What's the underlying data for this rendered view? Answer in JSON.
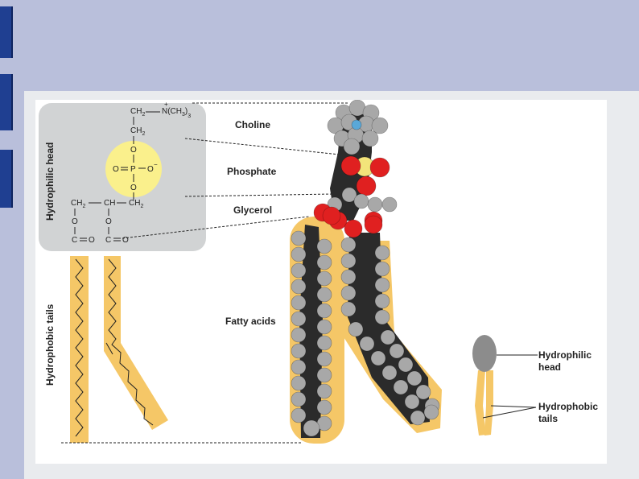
{
  "labels": {
    "hydrophilic_head": "Hydrophilic head",
    "hydrophobic_tails": "Hydrophobic tails",
    "choline": "Choline",
    "phosphate": "Phosphate",
    "glycerol": "Glycerol",
    "fatty_acids": "Fatty acids",
    "legend_head_line1": "Hydrophilic",
    "legend_head_line2": "head",
    "legend_tails_line1": "Hydrophobic",
    "legend_tails_line2": "tails"
  },
  "formula": {
    "ch2_top": "CH",
    "sub_2": "2",
    "n_group": "N(CH",
    "sub_3": "3",
    "paren_3": ")",
    "plus": "+",
    "ch2_mid": "CH",
    "o_1": "O",
    "o_left": "O",
    "p": "P",
    "o_right": "O",
    "minus": "−",
    "o_2": "O",
    "ch2_left": "CH",
    "ch_mid": "CH",
    "ch2_right": "CH",
    "o_3": "O",
    "o_4": "O",
    "c_1": "C",
    "o_5": "O",
    "c_2": "C",
    "o_6": "O"
  },
  "colors": {
    "head_box": "#d1d3d4",
    "phosphate_highlight": "#faf08c",
    "tail_band": "#f5c767",
    "carbon": "#2b2b2b",
    "hydrogen": "#a8a8a8",
    "oxygen": "#e02020",
    "nitrogen": "#5aa8d8",
    "phosphorus": "#f3e47a"
  }
}
